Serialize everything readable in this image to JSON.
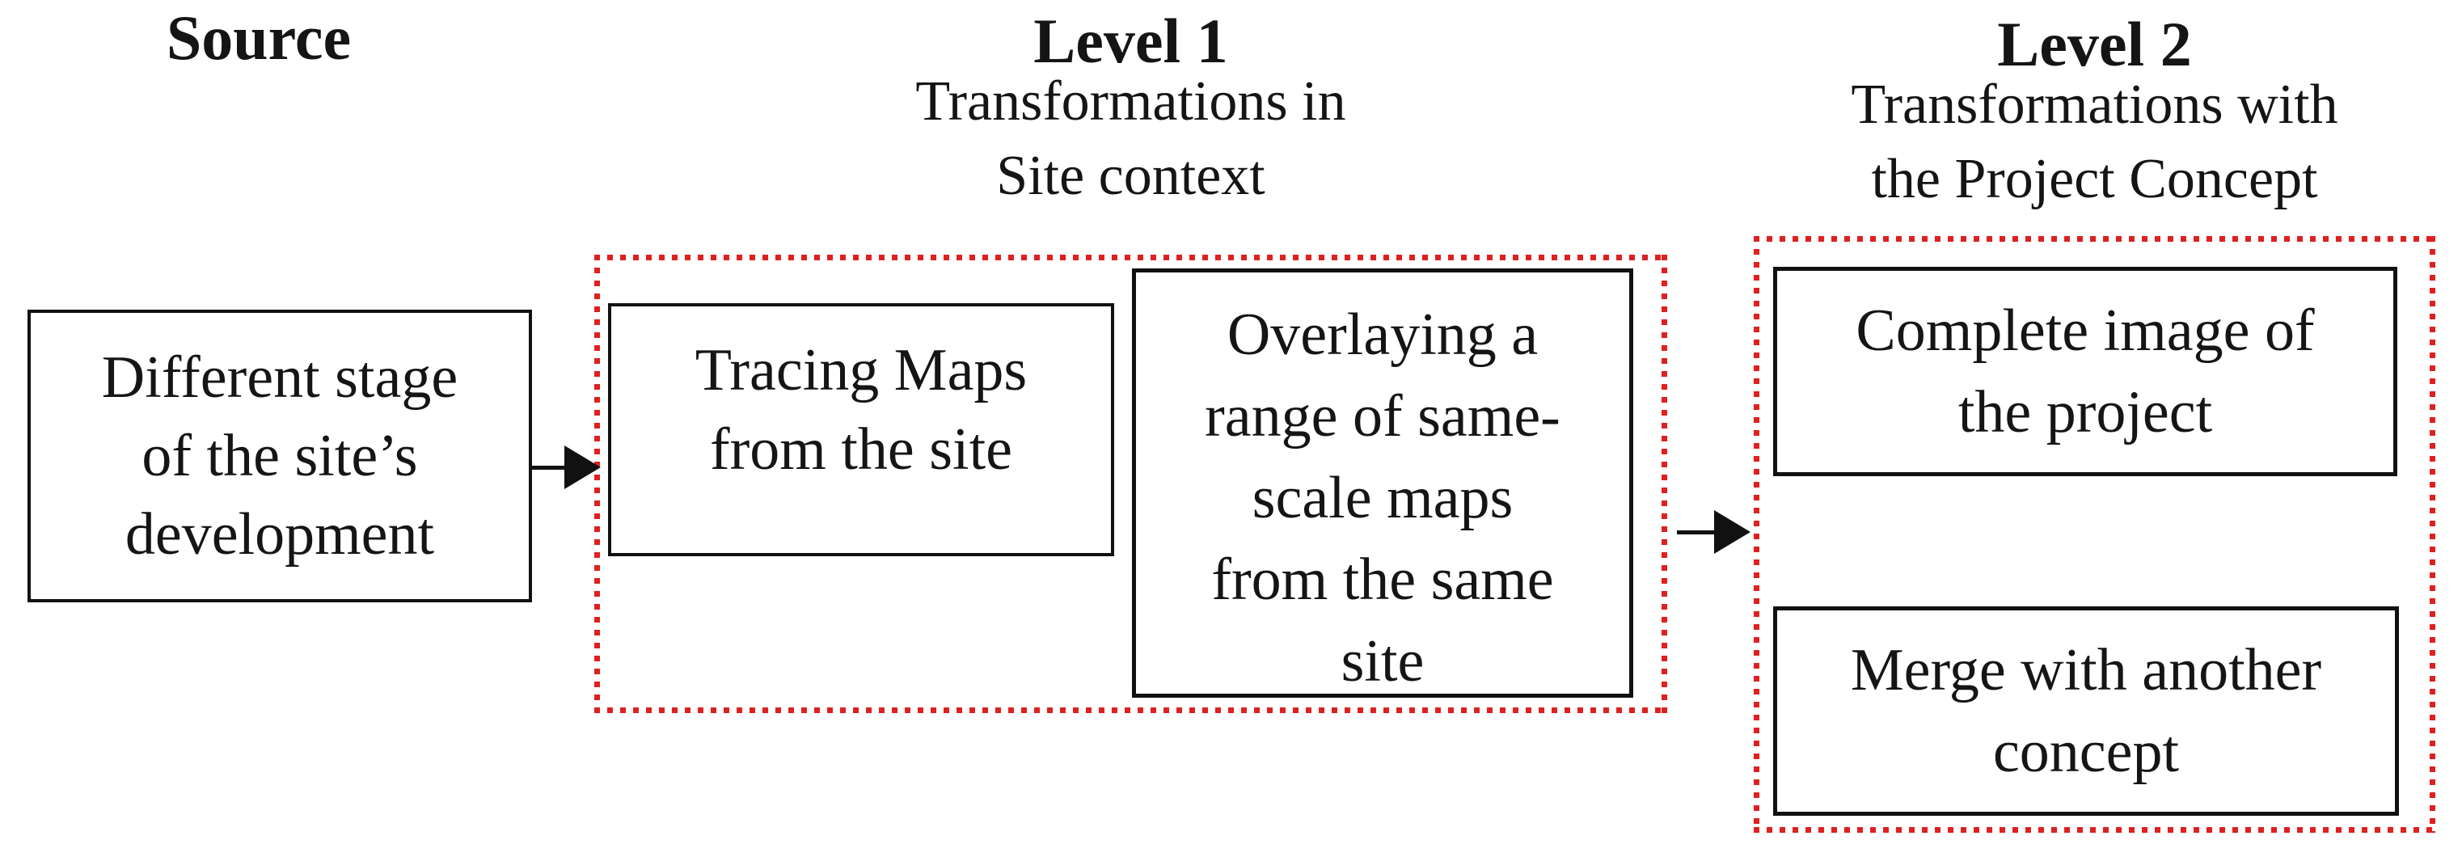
{
  "diagram": {
    "figure_type": "flowchart",
    "colors": {
      "dotted_border": "#de2020",
      "box_border": "#111111",
      "text": "#151515",
      "background": "#ffffff"
    },
    "headers": {
      "source": {
        "title": "Source"
      },
      "level1": {
        "title": "Level 1",
        "subtitle": "Transformations in\nSite context"
      },
      "level2": {
        "title": "Level 2",
        "subtitle": "Transformations with\nthe Project Concept"
      }
    },
    "boxes": {
      "source": "Different stage\nof the site’s\ndevelopment",
      "tracing": "Tracing Maps\nfrom the site",
      "overlay": "Overlaying a\nrange of same-\nscale maps\nfrom the same\nsite",
      "complete": "Complete image of\nthe project",
      "merge": "Merge with another\nconcept"
    },
    "arrows": [
      {
        "name": "source-to-level1",
        "direction": "right"
      },
      {
        "name": "level1-to-level2",
        "direction": "right"
      }
    ]
  }
}
